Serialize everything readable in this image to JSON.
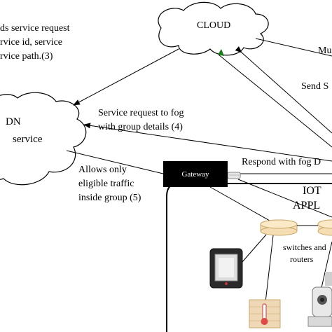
{
  "cloud_label": "CLOUD",
  "fog_label_line1": "DN",
  "fog_label_line2": "service",
  "top_left_text": [
    "ds service request",
    "rvice id, service",
    "rvice path.(3)"
  ],
  "service_request_fog": [
    "Service request to fog",
    "with group details (4)"
  ],
  "allows_traffic": [
    "Allows only",
    "eligible traffic",
    "inside group (5)"
  ],
  "gateway_label": "Gateway",
  "iot_label": [
    "IOT",
    "APPL"
  ],
  "switches_label": [
    "switches and",
    "routers"
  ],
  "right_mu": "Mu",
  "right_send": "Send S",
  "right_respond": "Respond with fog D",
  "colors": {
    "accent_arrow": "#1a7a1a",
    "switch_fill": "#f5deb3",
    "switch_stroke": "#c9a96b"
  }
}
